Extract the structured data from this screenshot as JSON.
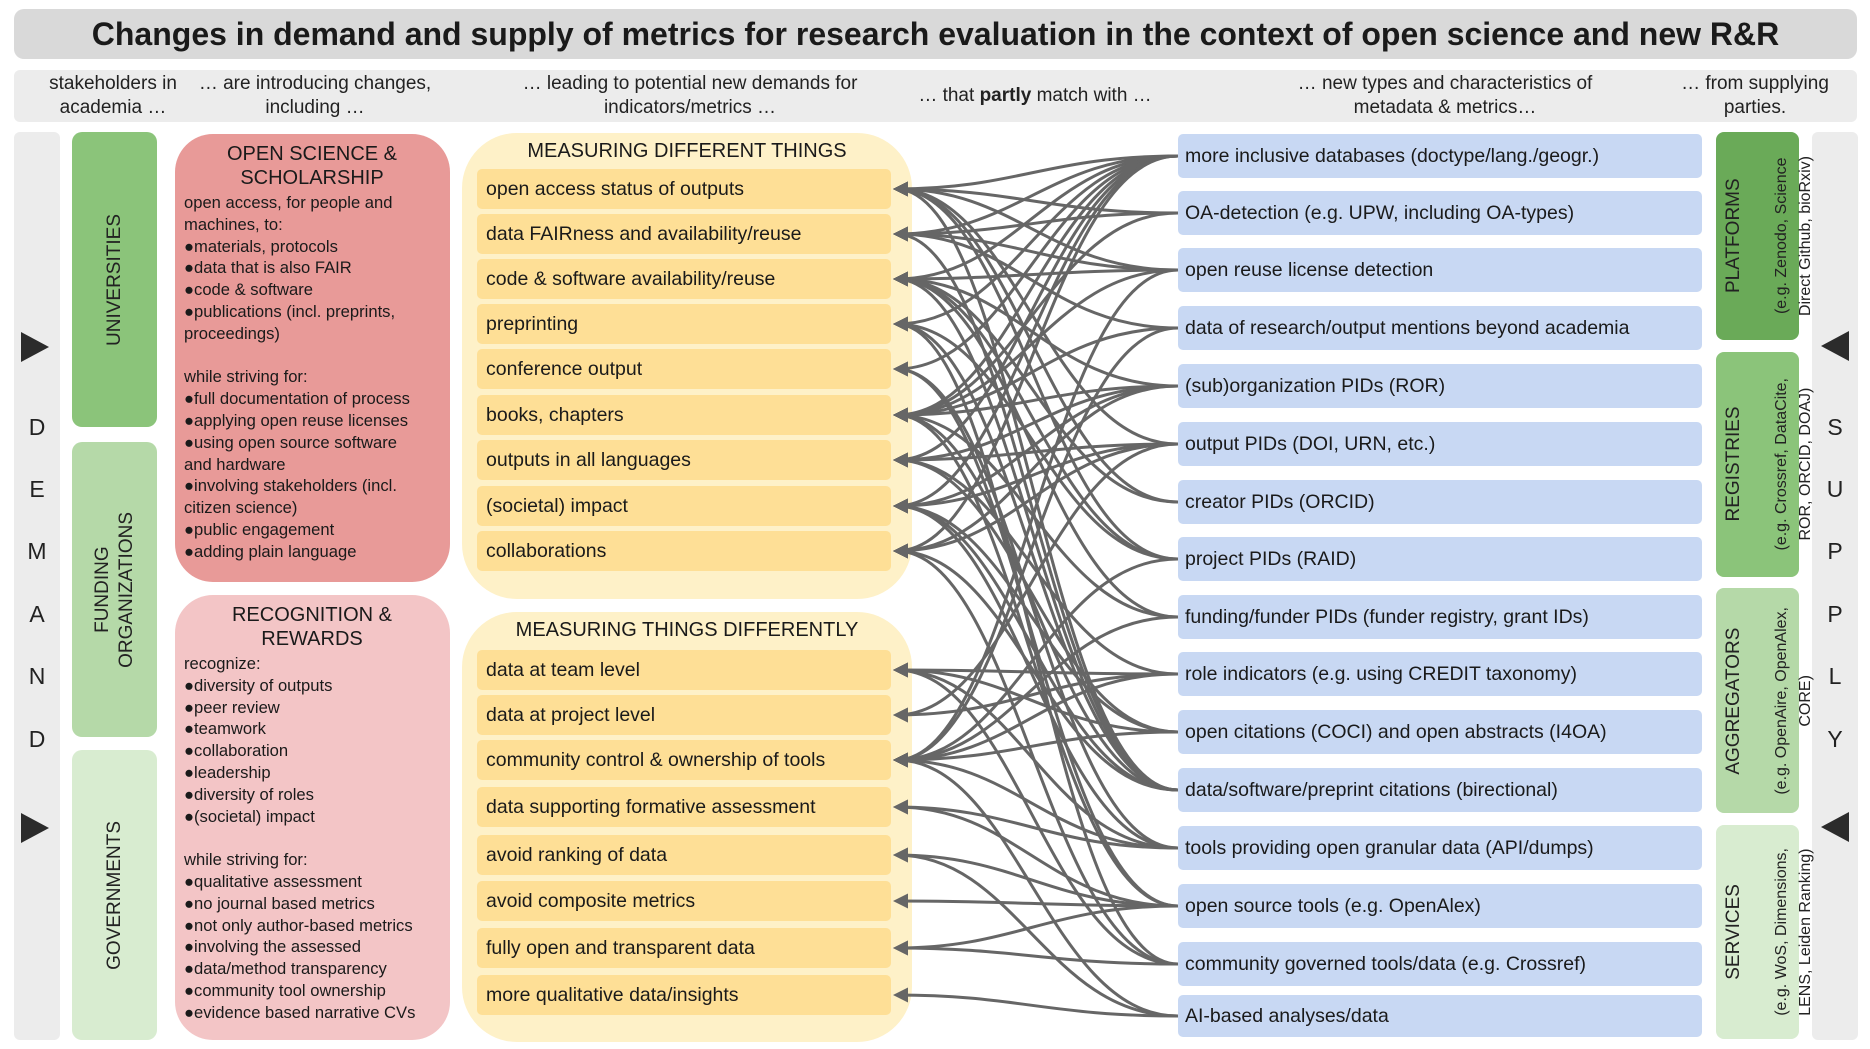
{
  "title": "Changes in demand and supply of metrics for research evaluation in the context of open science and new R&R",
  "headers": {
    "stakeholders": "stakeholders in academia …",
    "changes": "… are introducing changes, including …",
    "demands": "… leading to potential new demands for indicators/metrics …",
    "match_pre": "… that ",
    "match_bold": "partly",
    "match_post": " match with …",
    "types": "… new types and characteristics of metadata & metrics…",
    "suppliers": "… from supplying parties."
  },
  "demand_rail": {
    "letters": [
      "D",
      "E",
      "M",
      "A",
      "N",
      "D"
    ]
  },
  "supply_rail": {
    "letters": [
      "S",
      "U",
      "P",
      "P",
      "L",
      "Y"
    ]
  },
  "stakeholders": [
    {
      "label": "UNIVERSITIES",
      "color": "#8bc47a"
    },
    {
      "label": "FUNDING\nORGANIZATIONS",
      "color": "#b5d9a8"
    },
    {
      "label": "GOVERNMENTS",
      "color": "#d8ecd0"
    }
  ],
  "changes": [
    {
      "title": "OPEN SCIENCE &\nSCHOLARSHIP",
      "text": "open access, for people and machines, to:\n●materials, protocols\n●data that is also FAIR\n●code & software\n●publications (incl. preprints,\n  proceedings)\n\nwhile striving for:\n●full documentation of process\n●applying open reuse licenses\n●using open source software\n  and hardware\n●involving stakeholders (incl.\n  citizen science)\n●public engagement\n●adding plain language",
      "color": "#e89a98"
    },
    {
      "title": "RECOGNITION &\nREWARDS",
      "text": "recognize:\n●diversity of outputs\n●peer review\n●teamwork\n●collaboration\n●leadership\n●diversity of roles\n●(societal) impact\n\nwhile striving for:\n●qualitative assessment\n●no journal based metrics\n●not only author-based metrics\n●involving the assessed\n●data/method transparency\n●community tool ownership\n●evidence based narrative CVs",
      "color": "#f3c5c6"
    }
  ],
  "demand_groups": [
    {
      "title": "MEASURING DIFFERENT THINGS",
      "items": [
        "open access status of outputs",
        "data FAIRness and availability/reuse",
        "code & software availability/reuse",
        "preprinting",
        "conference output",
        "books, chapters",
        "outputs in all languages",
        "(societal) impact",
        "collaborations"
      ]
    },
    {
      "title": "MEASURING THINGS DIFFERENTLY",
      "items": [
        "data at team level",
        "data at project level",
        "community control & ownership of tools",
        "data supporting formative assessment",
        "avoid ranking of data",
        "avoid composite metrics",
        "fully open and transparent data",
        "more qualitative data/insights"
      ]
    }
  ],
  "supply_items": [
    "more inclusive databases (doctype/lang./geogr.)",
    "OA-detection (e.g. UPW, including OA-types)",
    "open reuse license detection",
    "data of research/output mentions beyond academia",
    "(sub)organization PIDs (ROR)",
    "output PIDs (DOI, URN, etc.)",
    "creator PIDs (ORCID)",
    "project PIDs (RAID)",
    "funding/funder PIDs (funder registry, grant IDs)",
    "role indicators (e.g. using CREDIT taxonomy)",
    "open citations (COCI) and open abstracts (I4OA)",
    "data/software/preprint citations (birectional)",
    "tools providing open granular data (API/dumps)",
    "open source tools (e.g. OpenAlex)",
    "community governed tools/data (e.g. Crossref)",
    "AI-based analyses/data"
  ],
  "suppliers": [
    {
      "title": "PLATFORMS",
      "sub": "(e.g. Zenodo, Science\nDirect Github, bioRxiv)",
      "color": "#6aaa58"
    },
    {
      "title": "REGISTRIES",
      "sub": "(e.g. Crossref, DataCite,\nROR, ORCID, DOAJ)",
      "color": "#8bc47a"
    },
    {
      "title": "AGGREGATORS",
      "sub": "(e.g. OpenAire, OpenAlex,\nCORE)",
      "color": "#b5d9a8"
    },
    {
      "title": "SERVICES",
      "sub": "(e.g. WoS, Dimensions,\nLENS, Leiden Ranking)",
      "color": "#d8ecd0"
    }
  ],
  "links": [
    [
      0,
      0
    ],
    [
      0,
      1
    ],
    [
      0,
      2
    ],
    [
      0,
      3
    ],
    [
      0,
      4
    ],
    [
      0,
      5
    ],
    [
      0,
      6
    ],
    [
      0,
      7
    ],
    [
      0,
      8
    ],
    [
      1,
      0
    ],
    [
      1,
      1
    ],
    [
      1,
      5
    ],
    [
      2,
      0
    ],
    [
      2,
      1
    ],
    [
      2,
      2
    ],
    [
      2,
      5
    ],
    [
      2,
      11
    ],
    [
      3,
      1
    ],
    [
      3,
      5
    ],
    [
      3,
      11
    ],
    [
      4,
      2
    ],
    [
      4,
      5
    ],
    [
      4,
      6
    ],
    [
      4,
      7
    ],
    [
      4,
      8
    ],
    [
      5,
      0
    ],
    [
      5,
      6
    ],
    [
      5,
      7
    ],
    [
      5,
      8
    ],
    [
      5,
      10
    ],
    [
      6,
      0
    ],
    [
      6,
      2
    ],
    [
      7,
      0
    ],
    [
      7,
      2
    ],
    [
      7,
      3
    ],
    [
      7,
      11
    ],
    [
      8,
      2
    ],
    [
      8,
      5
    ],
    [
      8,
      11
    ],
    [
      9,
      6
    ],
    [
      9,
      9
    ],
    [
      9,
      10
    ],
    [
      9,
      11
    ],
    [
      10,
      6
    ],
    [
      10,
      7
    ],
    [
      10,
      9
    ],
    [
      10,
      11
    ],
    [
      11,
      0
    ],
    [
      11,
      1
    ],
    [
      11,
      2
    ],
    [
      11,
      3
    ],
    [
      11,
      5
    ],
    [
      11,
      7
    ],
    [
      11,
      8
    ],
    [
      12,
      4
    ],
    [
      12,
      7
    ],
    [
      12,
      9
    ],
    [
      12,
      11
    ],
    [
      12,
      12
    ],
    [
      13,
      4
    ],
    [
      13,
      5
    ],
    [
      13,
      12
    ],
    [
      13,
      13
    ],
    [
      13,
      14
    ],
    [
      13,
      15
    ],
    [
      14,
      3
    ],
    [
      14,
      8
    ],
    [
      14,
      9
    ],
    [
      14,
      15
    ],
    [
      15,
      11
    ],
    [
      15,
      13
    ],
    [
      15,
      16
    ]
  ]
}
